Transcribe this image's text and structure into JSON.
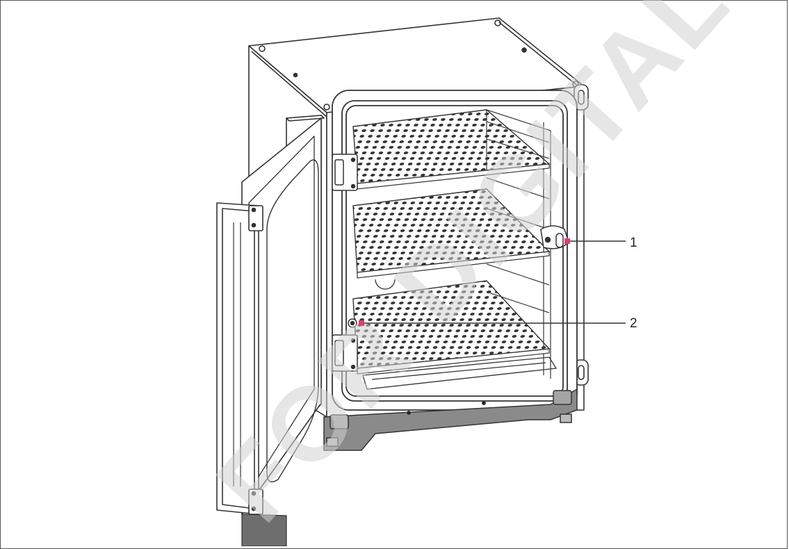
{
  "callouts": [
    {
      "number": "1",
      "name": "door-latch"
    },
    {
      "number": "2",
      "name": "door-switch"
    }
  ],
  "watermark": "FOR DIGITAL USE ONLY – THERMO FISCHER",
  "colors": {
    "callout_accent": "#d9436e",
    "line": "#333333",
    "base": "#8a8a8a",
    "watermark": "#e6e6e6"
  }
}
